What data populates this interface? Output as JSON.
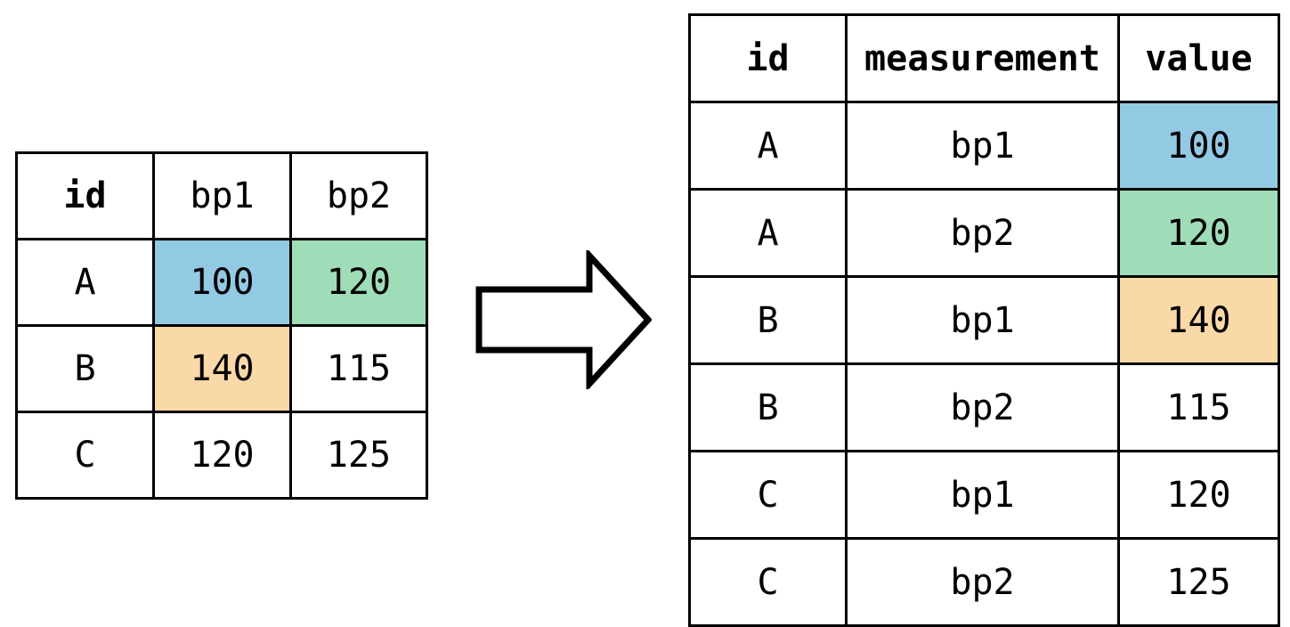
{
  "diagram": {
    "title": "pivot-longer-reshape",
    "arrow": {
      "icon": "right-block-arrow-icon",
      "direction": "right",
      "label": ""
    },
    "colors": {
      "blue": "#92c9e3",
      "green": "#9fdcb8",
      "orange": "#f9d9a7",
      "border": "#000000",
      "background": "#ffffff",
      "text": "#000000"
    }
  },
  "wide_table": {
    "name": "wide-format-table",
    "headers": [
      "id",
      "bp1",
      "bp2"
    ],
    "rows": [
      {
        "id": "A",
        "bp1": "100",
        "bp2": "120"
      },
      {
        "id": "B",
        "bp1": "140",
        "bp2": "115"
      },
      {
        "id": "C",
        "bp1": "120",
        "bp2": "125"
      }
    ],
    "highlights": [
      {
        "row": 0,
        "column": "bp1",
        "value": "100",
        "color": "blue"
      },
      {
        "row": 0,
        "column": "bp2",
        "value": "120",
        "color": "green"
      },
      {
        "row": 1,
        "column": "bp1",
        "value": "140",
        "color": "orange"
      }
    ]
  },
  "long_table": {
    "name": "long-format-table",
    "headers": [
      "id",
      "measurement",
      "value"
    ],
    "rows": [
      {
        "id": "A",
        "measurement": "bp1",
        "value": "100"
      },
      {
        "id": "A",
        "measurement": "bp2",
        "value": "120"
      },
      {
        "id": "B",
        "measurement": "bp1",
        "value": "140"
      },
      {
        "id": "B",
        "measurement": "bp2",
        "value": "115"
      },
      {
        "id": "C",
        "measurement": "bp1",
        "value": "120"
      },
      {
        "id": "C",
        "measurement": "bp2",
        "value": "125"
      }
    ],
    "highlights": [
      {
        "row": 0,
        "column": "value",
        "value": "100",
        "color": "blue"
      },
      {
        "row": 1,
        "column": "value",
        "value": "120",
        "color": "green"
      },
      {
        "row": 2,
        "column": "value",
        "value": "140",
        "color": "orange"
      }
    ]
  }
}
